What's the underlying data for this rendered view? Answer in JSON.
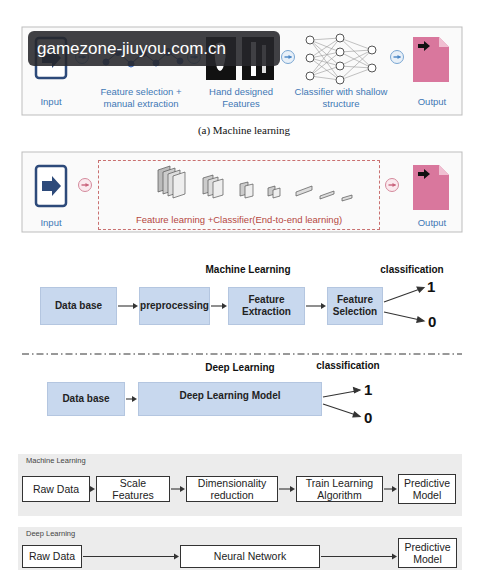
{
  "diagram": {
    "caption": "(a) Machine learning",
    "nodes": [
      {
        "text": [
          "Input"
        ]
      },
      {
        "text": [
          "Feature selection + manual extraction"
        ]
      },
      {
        "text": [
          "Hand designed Features"
        ]
      },
      {
        "text": [
          "Classifier with shallow structure"
        ]
      },
      {
        "text": [
          "Output"
        ]
      },
      {
        "text": [
          "Input"
        ]
      },
      {
        "text": [
          "Feature learning +Classifier(End-to-end learning)"
        ]
      },
      {
        "text": [
          "Output"
        ]
      },
      {
        "text": [
          "Data base"
        ]
      },
      {
        "text": [
          "preprocessing"
        ]
      },
      {
        "text": [
          "Feature Extraction"
        ]
      },
      {
        "text": [
          "Feature Selection"
        ]
      },
      {
        "text": [
          "Data base"
        ]
      },
      {
        "text": [
          "Deep Learning Model"
        ]
      },
      {
        "text": [
          "Machine Learning"
        ]
      },
      {
        "text": [
          "Raw Data"
        ],
        "in": 14
      },
      {
        "text": [
          "Scale Features"
        ],
        "in": 14
      },
      {
        "text": [
          "Dimensionality reduction"
        ],
        "in": 14
      },
      {
        "text": [
          "Train Learning Algorithm"
        ],
        "in": 14
      },
      {
        "text": [
          "Predictive Model"
        ],
        "in": 14
      },
      {
        "text": [
          "Deep Learning"
        ]
      },
      {
        "text": [
          "Raw Data"
        ],
        "in": 20
      },
      {
        "text": [
          "Neural Network"
        ],
        "in": 20
      },
      {
        "text": [
          "Predictive Model"
        ],
        "in": 20
      }
    ],
    "edges": [
      {
        "from": 0,
        "to": 1,
        "arrow": "to"
      },
      {
        "from": 1,
        "to": 2,
        "arrow": "to"
      },
      {
        "from": 2,
        "to": 3,
        "arrow": "to"
      },
      {
        "from": 3,
        "to": 4,
        "arrow": "to"
      },
      {
        "from": 5,
        "to": 6,
        "arrow": "to"
      },
      {
        "from": 6,
        "to": 7,
        "arrow": "to"
      },
      {
        "from": 8,
        "to": 9,
        "arrow": "to"
      },
      {
        "from": 9,
        "to": 10,
        "arrow": "to"
      },
      {
        "from": 10,
        "to": 11,
        "arrow": "to"
      },
      {
        "from": 12,
        "to": 13,
        "arrow": "to"
      },
      {
        "from": 15,
        "to": 16,
        "arrow": "to"
      },
      {
        "from": 16,
        "to": 17,
        "arrow": "to"
      },
      {
        "from": 17,
        "to": 18,
        "arrow": "to"
      },
      {
        "from": 18,
        "to": 19,
        "arrow": "to"
      },
      {
        "from": 21,
        "to": 22,
        "arrow": "to"
      },
      {
        "from": 22,
        "to": 23,
        "arrow": "to"
      }
    ],
    "labels": [
      "gamezone-jiuyou.com.cn",
      "Machine Learning",
      "classification",
      "1",
      "0",
      "Deep Learning",
      "classification",
      "1",
      "0"
    ]
  }
}
